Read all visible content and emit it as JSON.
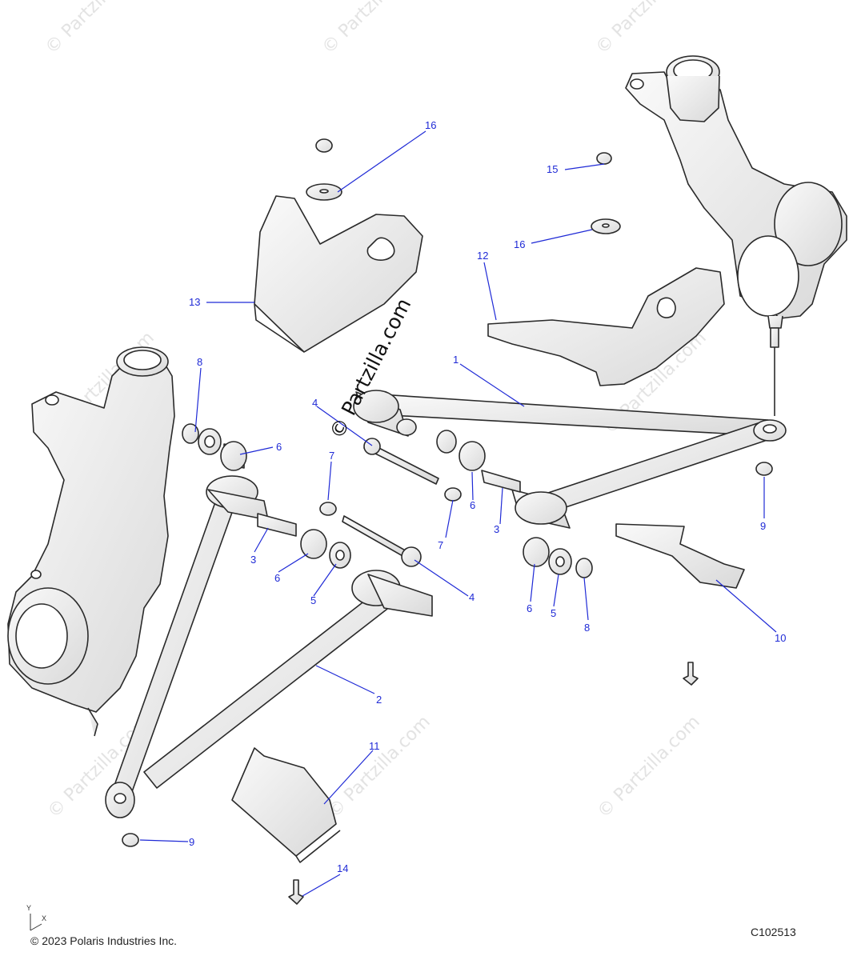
{
  "watermark_text": "© Partzilla.com",
  "stamp_text": "© Partzilla.com",
  "copyright": "© 2023 Polaris Industries Inc.",
  "drawing_id": "C102513",
  "axis": {
    "y": "Y",
    "x": "X"
  },
  "callouts": [
    {
      "id": "c1",
      "label": "1"
    },
    {
      "id": "c2",
      "label": "2"
    },
    {
      "id": "c3a",
      "label": "3"
    },
    {
      "id": "c3b",
      "label": "3"
    },
    {
      "id": "c4a",
      "label": "4"
    },
    {
      "id": "c4b",
      "label": "4"
    },
    {
      "id": "c5a",
      "label": "5"
    },
    {
      "id": "c5b",
      "label": "5"
    },
    {
      "id": "c6a",
      "label": "6"
    },
    {
      "id": "c6b",
      "label": "6"
    },
    {
      "id": "c6c",
      "label": "6"
    },
    {
      "id": "c6d",
      "label": "6"
    },
    {
      "id": "c7a",
      "label": "7"
    },
    {
      "id": "c7b",
      "label": "7"
    },
    {
      "id": "c8a",
      "label": "8"
    },
    {
      "id": "c8b",
      "label": "8"
    },
    {
      "id": "c9a",
      "label": "9"
    },
    {
      "id": "c9b",
      "label": "9"
    },
    {
      "id": "c10",
      "label": "10"
    },
    {
      "id": "c11",
      "label": "11"
    },
    {
      "id": "c12",
      "label": "12"
    },
    {
      "id": "c13",
      "label": "13"
    },
    {
      "id": "c14",
      "label": "14"
    },
    {
      "id": "c15",
      "label": "15"
    },
    {
      "id": "c16a",
      "label": "16"
    },
    {
      "id": "c16b",
      "label": "16"
    }
  ],
  "colors": {
    "callout": "#1f2ad6",
    "part_fill": "#f1f1f1",
    "part_stroke": "#2a2a2a",
    "watermark": "#e3e3e3"
  }
}
